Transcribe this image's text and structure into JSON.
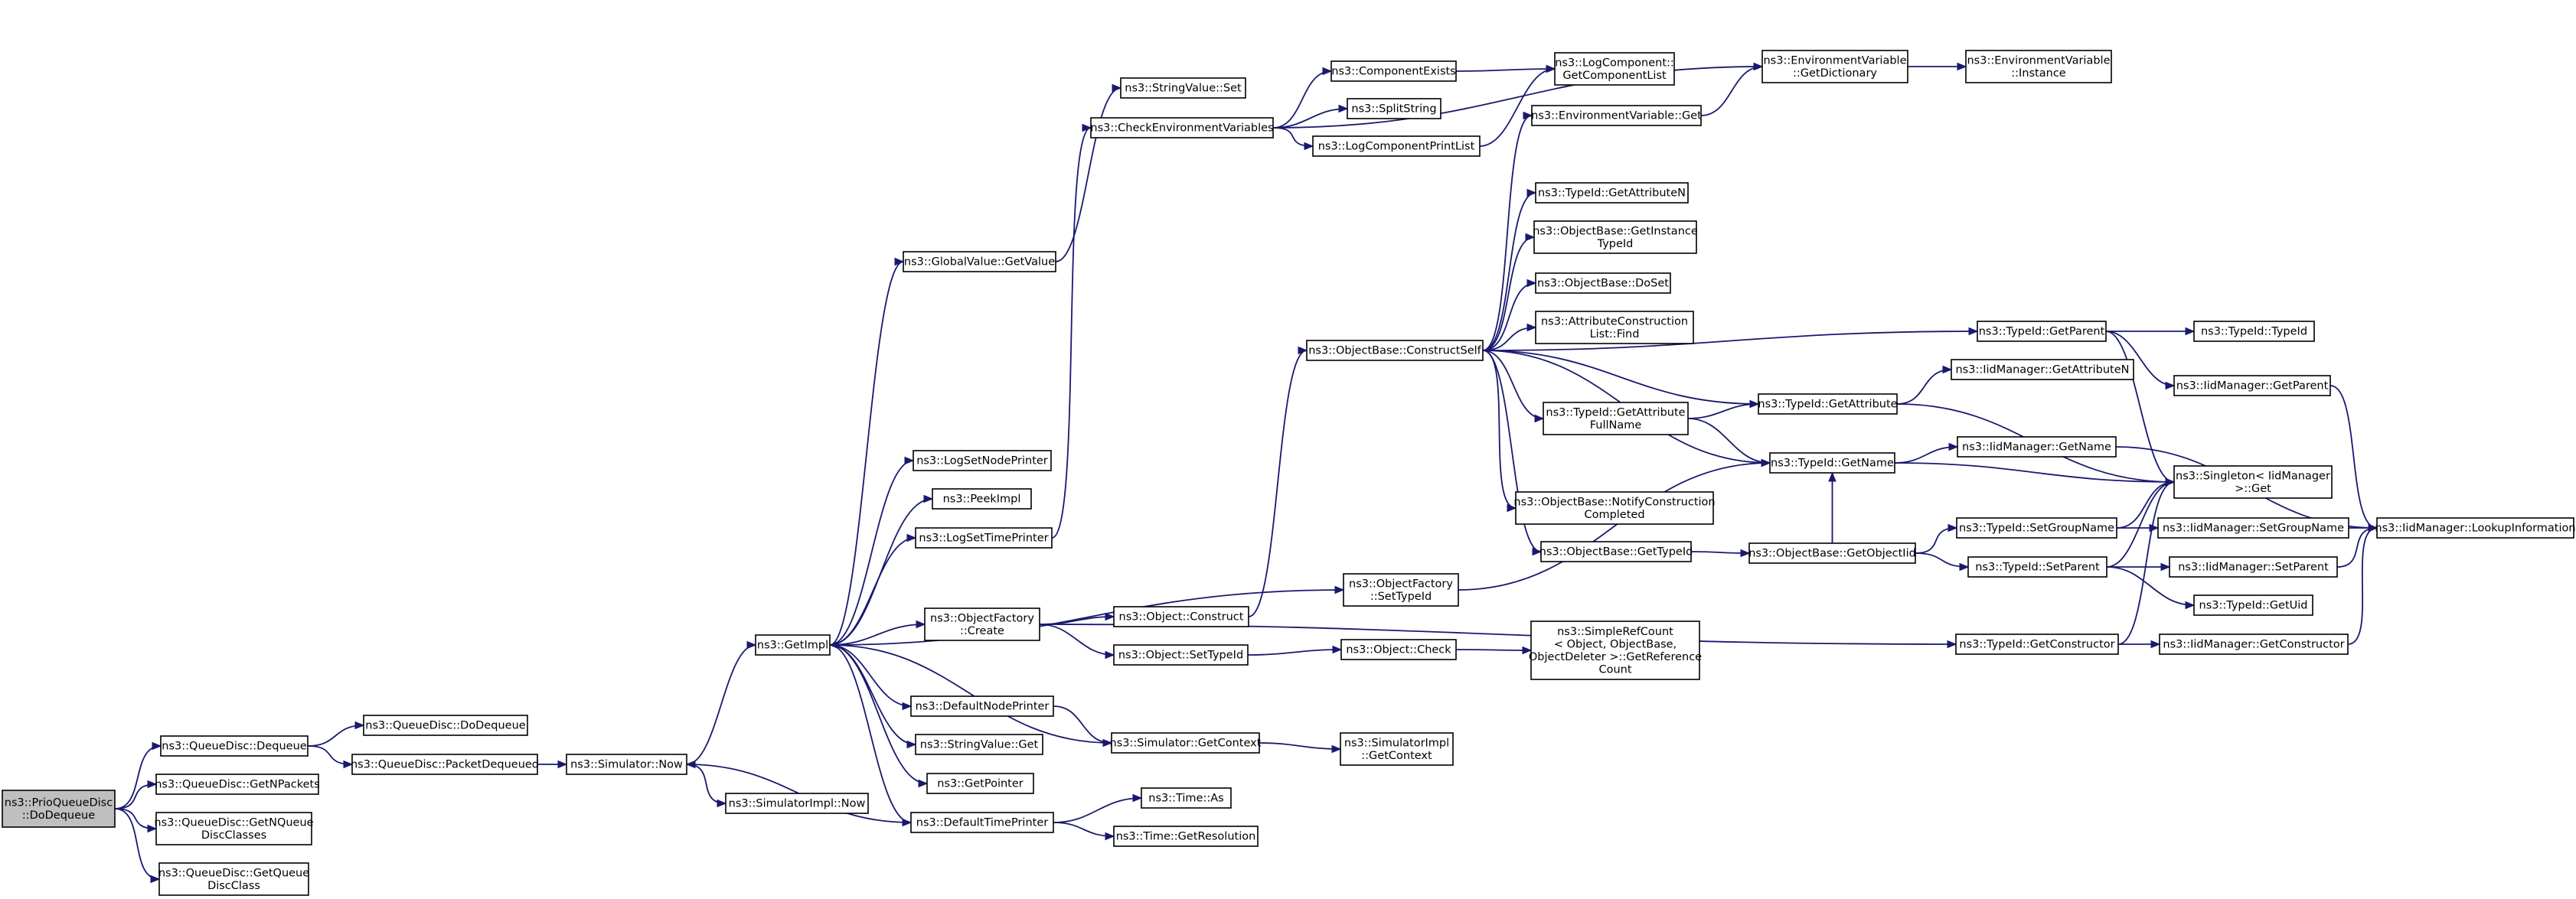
{
  "root": "n_prio",
  "nodes": [
    {
      "id": "n_prio",
      "lines": [
        "ns3::PrioQueueDisc",
        "::DoDequeue"
      ],
      "root": true
    },
    {
      "id": "n_qd_dequeue",
      "lines": [
        "ns3::QueueDisc::Dequeue"
      ]
    },
    {
      "id": "n_qd_getnpackets",
      "lines": [
        "ns3::QueueDisc::GetNPackets"
      ]
    },
    {
      "id": "n_qd_getnqueue",
      "lines": [
        "ns3::QueueDisc::GetNQueue",
        "DiscClasses"
      ]
    },
    {
      "id": "n_qd_getqueue",
      "lines": [
        "ns3::QueueDisc::GetQueue",
        "DiscClass"
      ]
    },
    {
      "id": "n_qd_dodequeue",
      "lines": [
        "ns3::QueueDisc::DoDequeue"
      ]
    },
    {
      "id": "n_qd_pktdeq",
      "lines": [
        "ns3::QueueDisc::PacketDequeued"
      ]
    },
    {
      "id": "n_sim_now",
      "lines": [
        "ns3::Simulator::Now"
      ]
    },
    {
      "id": "n_simimpl_now",
      "lines": [
        "ns3::SimulatorImpl::Now"
      ]
    },
    {
      "id": "n_getimpl",
      "lines": [
        "ns3::GetImpl"
      ]
    },
    {
      "id": "n_gv_getvalue",
      "lines": [
        "ns3::GlobalValue::GetValue"
      ]
    },
    {
      "id": "n_sv_set",
      "lines": [
        "ns3::StringValue::Set"
      ]
    },
    {
      "id": "n_check_env",
      "lines": [
        "ns3::CheckEnvironmentVariables"
      ]
    },
    {
      "id": "n_comp_exists",
      "lines": [
        "ns3::ComponentExists"
      ]
    },
    {
      "id": "n_split",
      "lines": [
        "ns3::SplitString"
      ]
    },
    {
      "id": "n_logcomp_print",
      "lines": [
        "ns3::LogComponentPrintList"
      ]
    },
    {
      "id": "n_logcomp_getlist",
      "lines": [
        "ns3::LogComponent::",
        "GetComponentList"
      ]
    },
    {
      "id": "n_envvar_getdict",
      "lines": [
        "ns3::EnvironmentVariable",
        "::GetDictionary"
      ]
    },
    {
      "id": "n_envvar_instance",
      "lines": [
        "ns3::EnvironmentVariable",
        "::Instance"
      ]
    },
    {
      "id": "n_envvar_get",
      "lines": [
        "ns3::EnvironmentVariable::Get"
      ]
    },
    {
      "id": "n_log_node",
      "lines": [
        "ns3::LogSetNodePrinter"
      ]
    },
    {
      "id": "n_peekimpl",
      "lines": [
        "ns3::PeekImpl"
      ]
    },
    {
      "id": "n_log_time",
      "lines": [
        "ns3::LogSetTimePrinter"
      ]
    },
    {
      "id": "n_objfac_create",
      "lines": [
        "ns3::ObjectFactory",
        "::Create"
      ]
    },
    {
      "id": "n_default_node",
      "lines": [
        "ns3::DefaultNodePrinter"
      ]
    },
    {
      "id": "n_sv_get",
      "lines": [
        "ns3::StringValue::Get"
      ]
    },
    {
      "id": "n_getpointer",
      "lines": [
        "ns3::GetPointer"
      ]
    },
    {
      "id": "n_default_time",
      "lines": [
        "ns3::DefaultTimePrinter"
      ]
    },
    {
      "id": "n_obj_construct",
      "lines": [
        "ns3::Object::Construct"
      ]
    },
    {
      "id": "n_obj_settypeid",
      "lines": [
        "ns3::Object::SetTypeId"
      ]
    },
    {
      "id": "n_sim_getctx",
      "lines": [
        "ns3::Simulator::GetContext"
      ]
    },
    {
      "id": "n_time_as",
      "lines": [
        "ns3::Time::As"
      ]
    },
    {
      "id": "n_time_getres",
      "lines": [
        "ns3::Time::GetResolution"
      ]
    },
    {
      "id": "n_objfac_settypeid",
      "lines": [
        "ns3::ObjectFactory",
        "::SetTypeId"
      ]
    },
    {
      "id": "n_obj_check",
      "lines": [
        "ns3::Object::Check"
      ]
    },
    {
      "id": "n_simimpl_getctx",
      "lines": [
        "ns3::SimulatorImpl",
        "::GetContext"
      ]
    },
    {
      "id": "n_ob_construct",
      "lines": [
        "ns3::ObjectBase::ConstructSelf"
      ]
    },
    {
      "id": "n_tid_getattrn",
      "lines": [
        "ns3::TypeId::GetAttributeN"
      ]
    },
    {
      "id": "n_ob_getinst",
      "lines": [
        "ns3::ObjectBase::GetInstance",
        "TypeId"
      ]
    },
    {
      "id": "n_ob_doset",
      "lines": [
        "ns3::ObjectBase::DoSet"
      ]
    },
    {
      "id": "n_attrcons_find",
      "lines": [
        "ns3::AttributeConstruction",
        "List::Find"
      ]
    },
    {
      "id": "n_tid_getattrfull",
      "lines": [
        "ns3::TypeId::GetAttribute",
        "FullName"
      ]
    },
    {
      "id": "n_ob_notify",
      "lines": [
        "ns3::ObjectBase::NotifyConstruction",
        "Completed"
      ]
    },
    {
      "id": "n_ob_gettypeid",
      "lines": [
        "ns3::ObjectBase::GetTypeId"
      ]
    },
    {
      "id": "n_srefcount",
      "lines": [
        "ns3::SimpleRefCount",
        "< Object, ObjectBase,",
        "ObjectDeleter >::GetReference",
        "Count"
      ]
    },
    {
      "id": "n_tid_getattr",
      "lines": [
        "ns3::TypeId::GetAttribute"
      ]
    },
    {
      "id": "n_tid_getname",
      "lines": [
        "ns3::TypeId::GetName"
      ]
    },
    {
      "id": "n_ob_getobjtid",
      "lines": [
        "ns3::ObjectBase::GetObjectIid"
      ]
    },
    {
      "id": "n_tid_getparent",
      "lines": [
        "ns3::TypeId::GetParent"
      ]
    },
    {
      "id": "n_tid_typeid",
      "lines": [
        "ns3::TypeId::TypeId"
      ]
    },
    {
      "id": "n_iid_getattrn",
      "lines": [
        "ns3::IidManager::GetAttributeN"
      ]
    },
    {
      "id": "n_iid_getparent",
      "lines": [
        "ns3::IidManager::GetParent"
      ]
    },
    {
      "id": "n_iid_getname",
      "lines": [
        "ns3::IidManager::GetName"
      ]
    },
    {
      "id": "n_singleton",
      "lines": [
        "ns3::Singleton< IidManager",
        ">::Get"
      ]
    },
    {
      "id": "n_tid_setgroup",
      "lines": [
        "ns3::TypeId::SetGroupName"
      ]
    },
    {
      "id": "n_iid_setgroup",
      "lines": [
        "ns3::IidManager::SetGroupName"
      ]
    },
    {
      "id": "n_tid_setparent",
      "lines": [
        "ns3::TypeId::SetParent"
      ]
    },
    {
      "id": "n_iid_setparent",
      "lines": [
        "ns3::IidManager::SetParent"
      ]
    },
    {
      "id": "n_tid_getuid",
      "lines": [
        "ns3::TypeId::GetUid"
      ]
    },
    {
      "id": "n_tid_getctor",
      "lines": [
        "ns3::TypeId::GetConstructor"
      ]
    },
    {
      "id": "n_iid_getctor",
      "lines": [
        "ns3::IidManager::GetConstructor"
      ]
    },
    {
      "id": "n_iid_lookup",
      "lines": [
        "ns3::IidManager::LookupInformation"
      ]
    }
  ],
  "edges": [
    [
      "n_prio",
      "n_qd_dequeue"
    ],
    [
      "n_prio",
      "n_qd_getnpackets"
    ],
    [
      "n_prio",
      "n_qd_getnqueue"
    ],
    [
      "n_prio",
      "n_qd_getqueue"
    ],
    [
      "n_qd_dequeue",
      "n_qd_dodequeue"
    ],
    [
      "n_qd_dequeue",
      "n_qd_pktdeq"
    ],
    [
      "n_qd_pktdeq",
      "n_sim_now"
    ],
    [
      "n_sim_now",
      "n_getimpl"
    ],
    [
      "n_sim_now",
      "n_simimpl_now"
    ],
    [
      "n_getimpl",
      "n_gv_getvalue"
    ],
    [
      "n_getimpl",
      "n_log_node"
    ],
    [
      "n_getimpl",
      "n_peekimpl"
    ],
    [
      "n_getimpl",
      "n_log_time"
    ],
    [
      "n_getimpl",
      "n_objfac_create"
    ],
    [
      "n_getimpl",
      "n_objfac_settypeid"
    ],
    [
      "n_getimpl",
      "n_default_node"
    ],
    [
      "n_getimpl",
      "n_sv_get"
    ],
    [
      "n_getimpl",
      "n_getpointer"
    ],
    [
      "n_getimpl",
      "n_default_time"
    ],
    [
      "n_gv_getvalue",
      "n_sv_set"
    ],
    [
      "n_log_time",
      "n_check_env"
    ],
    [
      "n_check_env",
      "n_comp_exists"
    ],
    [
      "n_check_env",
      "n_split"
    ],
    [
      "n_check_env",
      "n_logcomp_print"
    ],
    [
      "n_check_env",
      "n_envvar_getdict"
    ],
    [
      "n_comp_exists",
      "n_logcomp_getlist"
    ],
    [
      "n_logcomp_print",
      "n_logcomp_getlist"
    ],
    [
      "n_envvar_getdict",
      "n_envvar_instance"
    ],
    [
      "n_envvar_get",
      "n_envvar_getdict"
    ],
    [
      "n_objfac_create",
      "n_obj_construct"
    ],
    [
      "n_objfac_create",
      "n_obj_settypeid"
    ],
    [
      "n_objfac_create",
      "n_tid_getctor"
    ],
    [
      "n_obj_construct",
      "n_ob_construct"
    ],
    [
      "n_obj_settypeid",
      "n_obj_check"
    ],
    [
      "n_obj_check",
      "n_srefcount"
    ],
    [
      "n_default_node",
      "n_sim_getctx"
    ],
    [
      "n_sim_getctx",
      "n_getimpl"
    ],
    [
      "n_sim_getctx",
      "n_simimpl_getctx"
    ],
    [
      "n_default_time",
      "n_sim_now"
    ],
    [
      "n_default_time",
      "n_time_as"
    ],
    [
      "n_default_time",
      "n_time_getres"
    ],
    [
      "n_objfac_settypeid",
      "n_tid_getname"
    ],
    [
      "n_ob_construct",
      "n_envvar_get"
    ],
    [
      "n_ob_construct",
      "n_tid_getattrn"
    ],
    [
      "n_ob_construct",
      "n_ob_getinst"
    ],
    [
      "n_ob_construct",
      "n_ob_doset"
    ],
    [
      "n_ob_construct",
      "n_attrcons_find"
    ],
    [
      "n_ob_construct",
      "n_tid_getparent"
    ],
    [
      "n_ob_construct",
      "n_tid_getattr"
    ],
    [
      "n_ob_construct",
      "n_tid_getattrfull"
    ],
    [
      "n_ob_construct",
      "n_tid_getname"
    ],
    [
      "n_ob_construct",
      "n_ob_notify"
    ],
    [
      "n_ob_construct",
      "n_ob_gettypeid"
    ],
    [
      "n_tid_getattrfull",
      "n_tid_getattr"
    ],
    [
      "n_tid_getattrfull",
      "n_tid_getname"
    ],
    [
      "n_ob_gettypeid",
      "n_ob_getobjtid"
    ],
    [
      "n_ob_getobjtid",
      "n_tid_getname"
    ],
    [
      "n_ob_getobjtid",
      "n_tid_setgroup"
    ],
    [
      "n_ob_getobjtid",
      "n_tid_setparent"
    ],
    [
      "n_tid_getparent",
      "n_tid_typeid"
    ],
    [
      "n_tid_getparent",
      "n_iid_getparent"
    ],
    [
      "n_tid_getparent",
      "n_singleton"
    ],
    [
      "n_tid_getattr",
      "n_iid_getattrn"
    ],
    [
      "n_tid_getattr",
      "n_singleton"
    ],
    [
      "n_tid_getname",
      "n_iid_getname"
    ],
    [
      "n_tid_getname",
      "n_singleton"
    ],
    [
      "n_tid_setgroup",
      "n_singleton"
    ],
    [
      "n_tid_setgroup",
      "n_iid_setgroup"
    ],
    [
      "n_tid_setparent",
      "n_singleton"
    ],
    [
      "n_tid_setparent",
      "n_iid_setparent"
    ],
    [
      "n_tid_setparent",
      "n_tid_getuid"
    ],
    [
      "n_tid_getctor",
      "n_singleton"
    ],
    [
      "n_tid_getctor",
      "n_iid_getctor"
    ],
    [
      "n_iid_getparent",
      "n_iid_lookup"
    ],
    [
      "n_iid_getname",
      "n_iid_lookup"
    ],
    [
      "n_iid_setgroup",
      "n_iid_lookup"
    ],
    [
      "n_iid_setparent",
      "n_iid_lookup"
    ],
    [
      "n_iid_getctor",
      "n_iid_lookup"
    ]
  ]
}
